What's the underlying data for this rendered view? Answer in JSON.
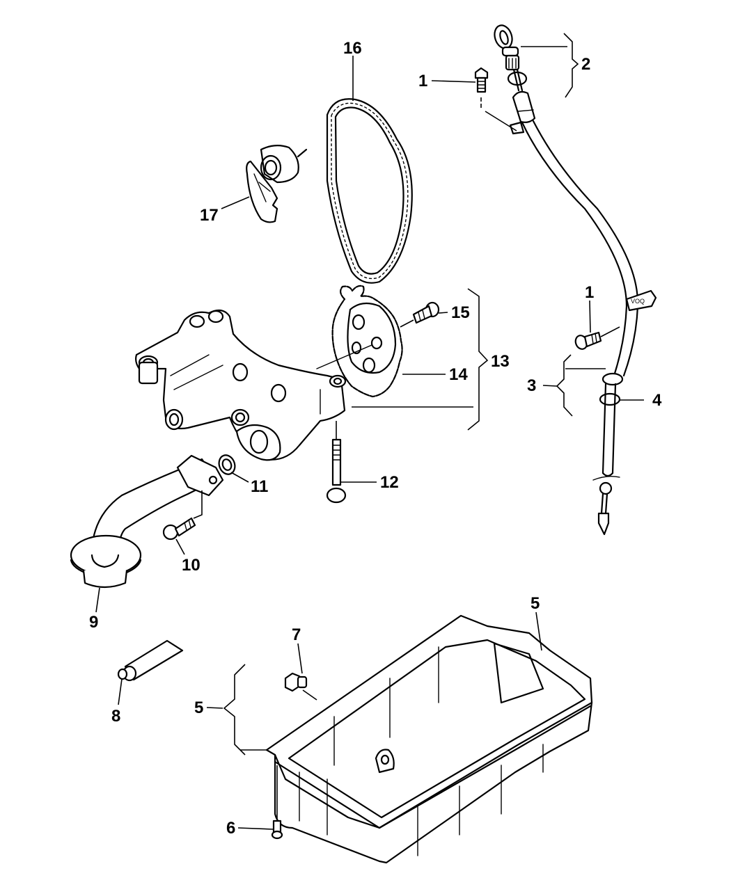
{
  "diagram": {
    "type": "exploded-parts-diagram",
    "subject": "Oil pan, oil pump, timing chain and dipstick assembly",
    "background_color": "#ffffff",
    "line_color": "#000000",
    "callouts": [
      {
        "id": "c1a",
        "number": "1",
        "part": "Bolt (dipstick tube upper bracket)"
      },
      {
        "id": "c1b",
        "number": "1",
        "part": "Bolt (dipstick tube lower bracket)"
      },
      {
        "id": "c2",
        "number": "2",
        "part": "Dipstick assembly"
      },
      {
        "id": "c3",
        "number": "3",
        "part": "Dipstick tube"
      },
      {
        "id": "c4",
        "number": "4",
        "part": "O-ring"
      },
      {
        "id": "c5a",
        "number": "5",
        "part": "Oil pan"
      },
      {
        "id": "c5b",
        "number": "5",
        "part": "Oil pan assembly"
      },
      {
        "id": "c6",
        "number": "6",
        "part": "Bolt (oil pan)"
      },
      {
        "id": "c7",
        "number": "7",
        "part": "Drain plug"
      },
      {
        "id": "c8",
        "number": "8",
        "part": "Sealant tube"
      },
      {
        "id": "c9",
        "number": "9",
        "part": "Oil pickup tube"
      },
      {
        "id": "c10",
        "number": "10",
        "part": "Bolt (pickup tube)"
      },
      {
        "id": "c11",
        "number": "11",
        "part": "Gasket (pickup tube)"
      },
      {
        "id": "c12",
        "number": "12",
        "part": "Bolt (oil pump)"
      },
      {
        "id": "c13",
        "number": "13",
        "part": "Oil pump assembly"
      },
      {
        "id": "c14",
        "number": "14",
        "part": "Sprocket"
      },
      {
        "id": "c15",
        "number": "15",
        "part": "Bolt (sprocket)"
      },
      {
        "id": "c16",
        "number": "16",
        "part": "Timing chain"
      },
      {
        "id": "c17",
        "number": "17",
        "part": "Chain tensioner"
      }
    ]
  }
}
